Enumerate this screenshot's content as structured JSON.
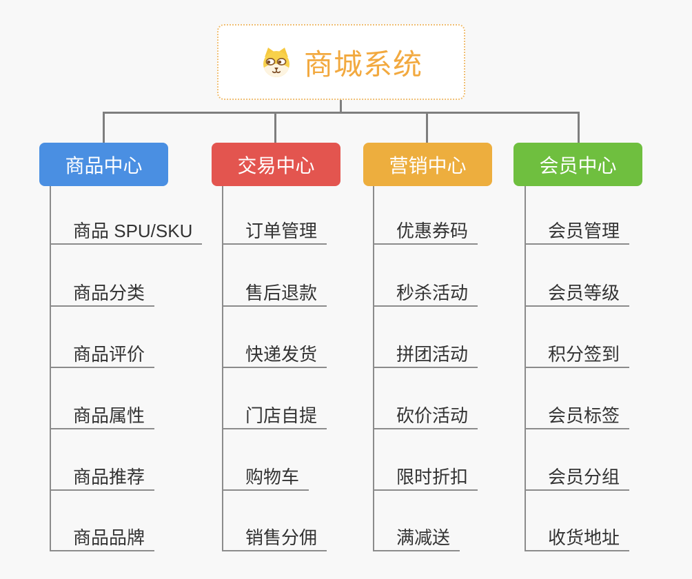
{
  "root": {
    "title": "商城系统",
    "icon": "dog-face"
  },
  "branches": [
    {
      "label": "商品中心",
      "color": "#4a8fe2",
      "items": [
        "商品 SPU/SKU",
        "商品分类",
        "商品评价",
        "商品属性",
        "商品推荐",
        "商品品牌"
      ]
    },
    {
      "label": "交易中心",
      "color": "#e3554f",
      "items": [
        "订单管理",
        "售后退款",
        "快递发货",
        "门店自提",
        "购物车",
        "销售分佣"
      ]
    },
    {
      "label": "营销中心",
      "color": "#edae3e",
      "items": [
        "优惠券码",
        "秒杀活动",
        "拼团活动",
        "砍价活动",
        "限时折扣",
        "满减送"
      ]
    },
    {
      "label": "会员中心",
      "color": "#6fbf3f",
      "items": [
        "会员管理",
        "会员等级",
        "积分签到",
        "会员标签",
        "会员分组",
        "收货地址"
      ]
    }
  ],
  "colors": {
    "background": "#f8f8f8",
    "connector": "#7e7e7e",
    "underline": "#8b8b8b",
    "item_text": "#333333",
    "root_border": "#f0be72",
    "root_text": "#f2a93f"
  }
}
